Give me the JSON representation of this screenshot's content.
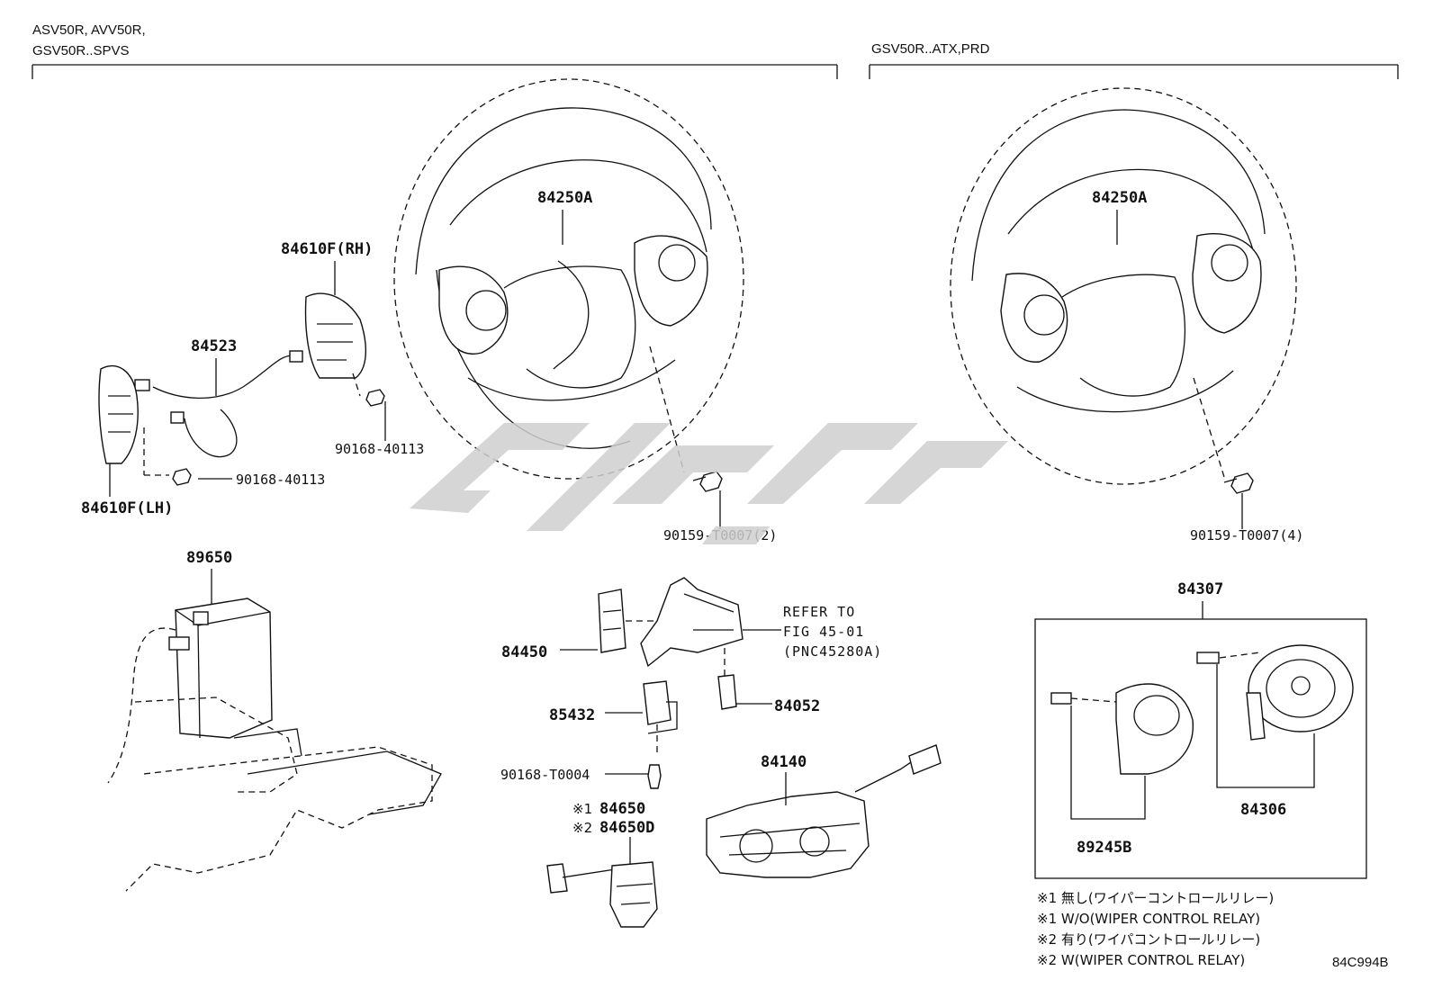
{
  "headers": {
    "left_line1": "ASV50R, AVV50R,",
    "left_line2": "GSV50R..SPVS",
    "right": "GSV50R..ATX,PRD"
  },
  "labels": {
    "wheel_left": "84250A",
    "wheel_right": "84250A",
    "switch_rh": "84610F(RH)",
    "wire": "84523",
    "screw_rh": "90168-40113",
    "screw_lh": "90168-40113",
    "switch_lh": "84610F(LH)",
    "screw_wheel_left": "90159-T0007(2)",
    "screw_wheel_right": "90159-T0007(4)",
    "ecu": "89650",
    "refer_line1": "REFER TO",
    "refer_line2": "FIG 45-01",
    "refer_line3": "(PNC45280A)",
    "bracket": "84450",
    "sensor_84052": "84052",
    "switch_85432": "85432",
    "screw_t0004": "90168-T0004",
    "wiper_mark1": "※1",
    "wiper_84650": "84650",
    "wiper_mark2": "※2",
    "wiper_84650d": "84650D",
    "combo_switch": "84140",
    "spiral_assy": "84307",
    "spiral_84306": "84306",
    "sensor_89245b": "89245B"
  },
  "notes": [
    "※1 無し(ワイパーコントロールリレー)",
    "※1 W/O(WIPER CONTROL RELAY)",
    "※2 有り(ワイパコントロールリレー)",
    "※2 W(WIPER CONTROL RELAY)"
  ],
  "diagram_code": "84C994B",
  "colors": {
    "ink": "#111111",
    "watermark": "#cfcfcf"
  }
}
